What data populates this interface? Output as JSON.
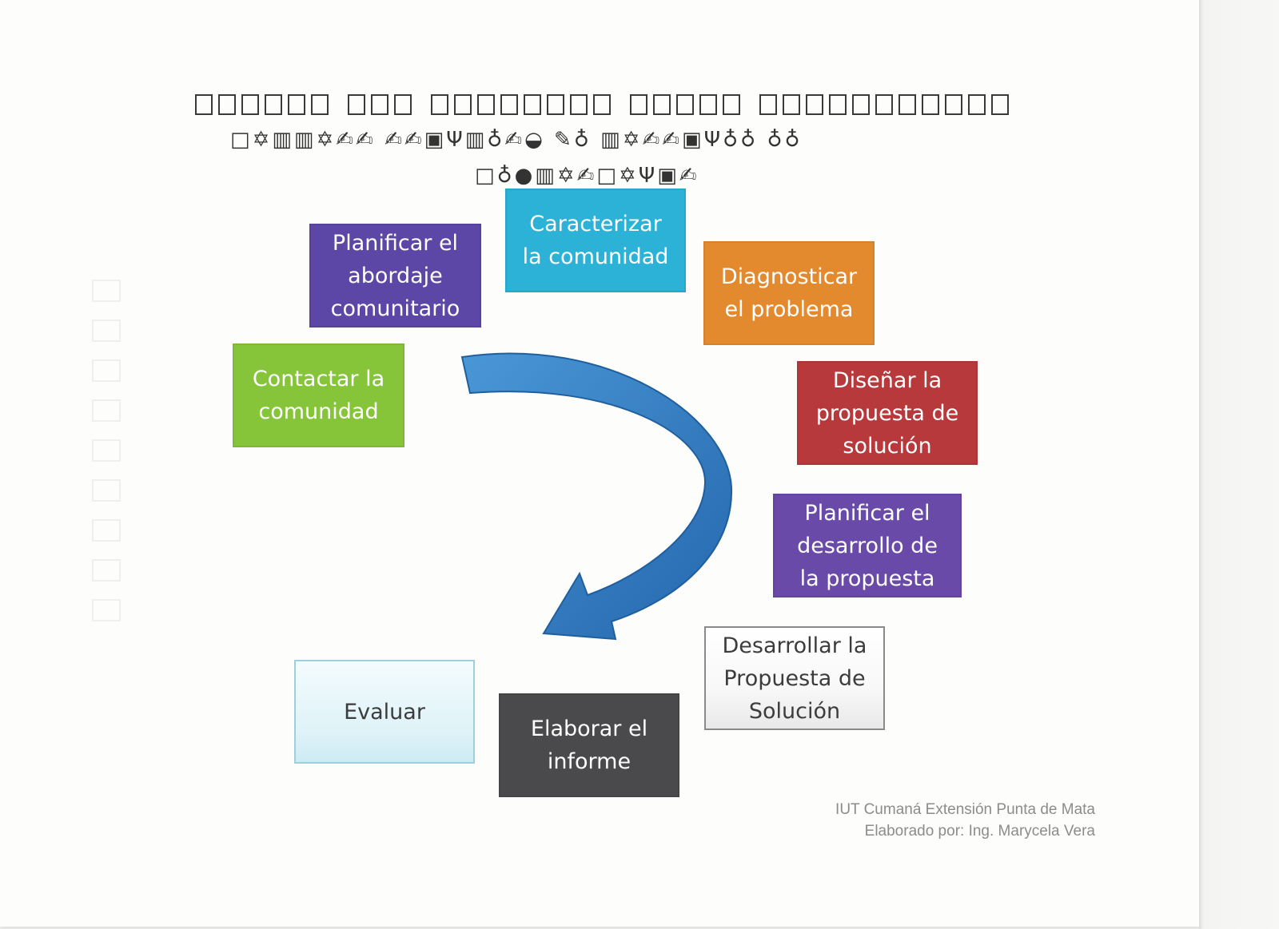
{
  "header": {
    "garble_line_2": "□✡▥▥✡✍✍ ✍✍▣Ψ▥♁✍◒ ✎♁ ▥✡✍✍▣Ψ♁♁ ♁♁",
    "garble_line_3": "□♁●▥✡✍□✡Ψ▣✍"
  },
  "steps": [
    {
      "id": "caracterizar",
      "label": "Caracterizar la comunidad",
      "lines": [
        "Caracterizar",
        "la comunidad"
      ],
      "color": "#2bb2d6"
    },
    {
      "id": "diagnosticar",
      "label": "Diagnosticar el problema",
      "lines": [
        "Diagnosticar",
        "el problema"
      ],
      "color": "#e38a2e"
    },
    {
      "id": "disenar",
      "label": "Diseñar la propuesta de solución",
      "lines": [
        "Diseñar la",
        "propuesta de",
        "solución"
      ],
      "color": "#b7393b"
    },
    {
      "id": "planificar-desarrollo",
      "label": "Planificar el desarrollo de la propuesta",
      "lines": [
        "Planificar el",
        "desarrollo de",
        "la propuesta"
      ],
      "color": "#6a4aa8"
    },
    {
      "id": "desarrollar",
      "label": "Desarrollar la Propuesta de Solución",
      "lines": [
        "Desarrollar la",
        "Propuesta de",
        "Solución"
      ],
      "color": "#f8f8f8"
    },
    {
      "id": "elaborar",
      "label": "Elaborar el informe",
      "lines": [
        "Elaborar el",
        "informe"
      ],
      "color": "#4a4a4c"
    },
    {
      "id": "evaluar",
      "label": "Evaluar",
      "lines": [
        "Evaluar"
      ],
      "color": "#dff3f8"
    },
    {
      "id": "contactar",
      "label": "Contactar la comunidad",
      "lines": [
        "Contactar la",
        "comunidad"
      ],
      "color": "#86c43a"
    },
    {
      "id": "planificar-abordaje",
      "label": "Planificar el abordaje comunitario",
      "lines": [
        "Planificar el",
        "abordaje",
        "comunitario"
      ],
      "color": "#5c46a6"
    }
  ],
  "arrow": {
    "color": "#2f7fc2"
  },
  "credit": {
    "line1": "IUT Cumaná Extensión Punta de Mata",
    "line2": "Elaborado por: Ing. Marycela Vera"
  }
}
